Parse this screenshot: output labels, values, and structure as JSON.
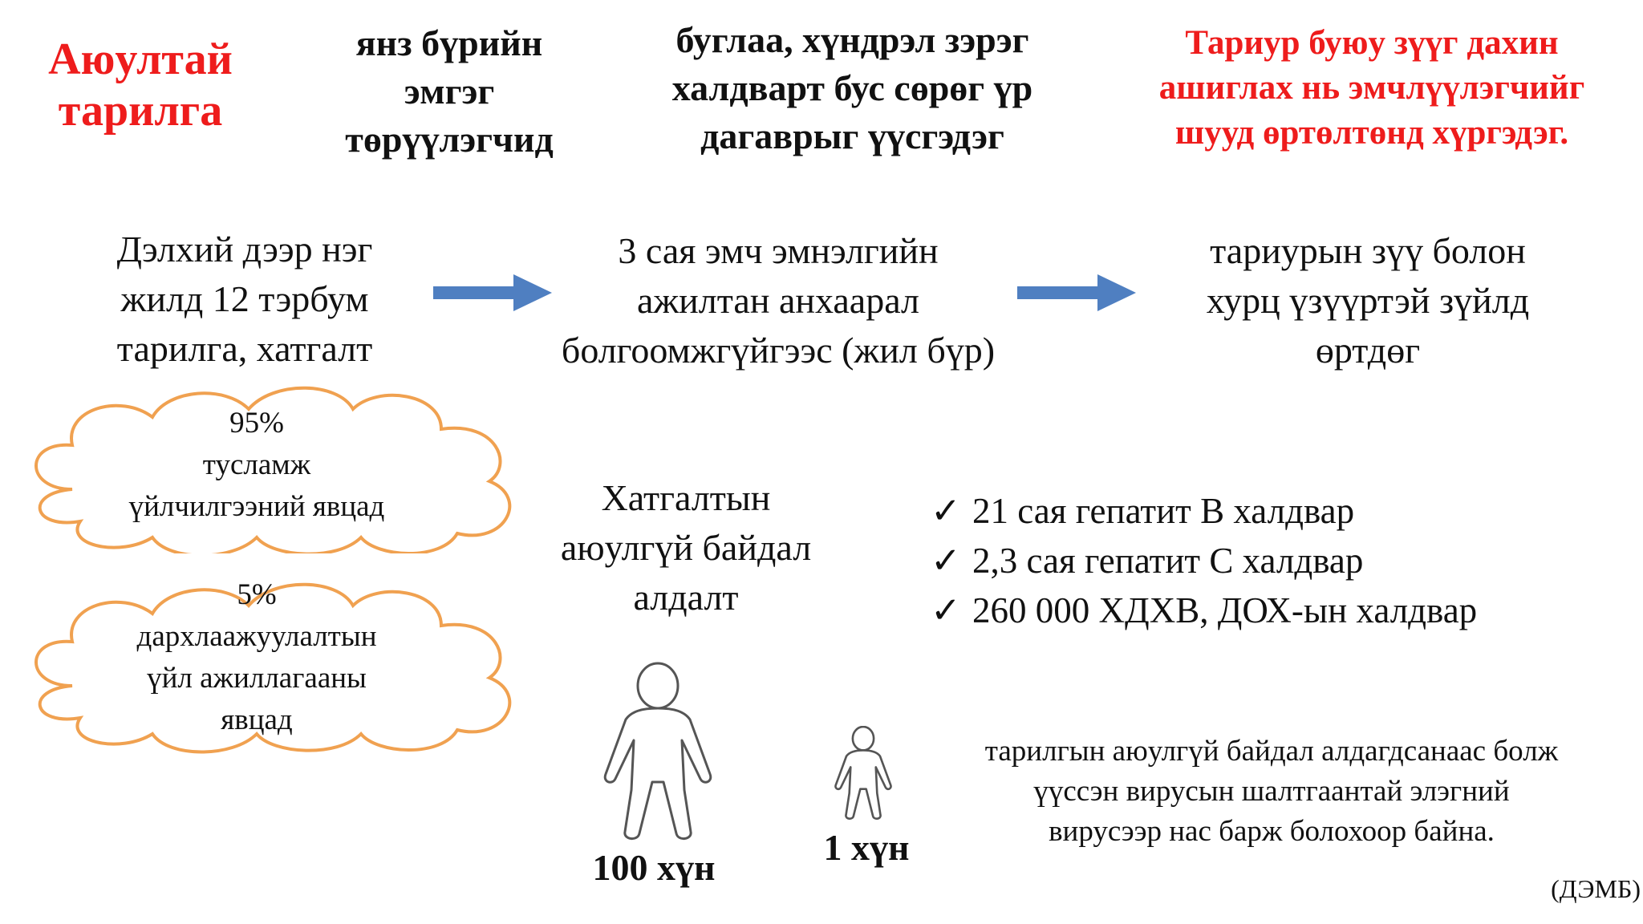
{
  "title": [
    "Аюултай",
    "тарилга"
  ],
  "headers": [
    {
      "lines": [
        "янз бүрийн",
        "эмгэг",
        "төрүүлэгчид"
      ]
    },
    {
      "lines": [
        "буглаа, хүндрэл зэрэг",
        "халдварт бус сөрөг үр",
        "дагаврыг үүсгэдэг"
      ]
    },
    {
      "lines": [
        "Тариур буюу зүүг дахин",
        "ашиглах нь эмчлүүлэгчийг",
        "шууд өртөлтөнд хүргэдэг."
      ]
    }
  ],
  "flow": [
    {
      "lines": [
        "Дэлхий дээр нэг",
        "жилд 12 тэрбум",
        "тарилга, хатгалт"
      ]
    },
    {
      "lines": [
        "3 сая эмч эмнэлгийн",
        "ажилтан анхаарал",
        "болгоомжгүйгээс (жил бүр)"
      ]
    },
    {
      "lines": [
        "тариурын зүү болон",
        "хурц үзүүртэй зүйлд",
        "өртдөг"
      ]
    }
  ],
  "clouds": [
    {
      "lines": [
        "95%",
        "тусламж",
        "үйлчилгээний явцад"
      ]
    },
    {
      "lines": [
        "5%",
        "дархлаажуулалтын",
        "үйл ажиллагааны",
        "явцад"
      ]
    }
  ],
  "risk": {
    "lines": [
      "Хатгалтын",
      "аюулгүй байдал",
      "алдалт"
    ]
  },
  "infections": [
    "21 сая гепатит B халдвар",
    "2,3 сая гепатит C халдвар",
    "260 000 ХДХВ, ДОХ-ын халдвар"
  ],
  "check_symbol": "✓",
  "people": [
    {
      "label": "100 хүн",
      "icon": "person-icon"
    },
    {
      "label": "1 хүн",
      "icon": "person-icon"
    }
  ],
  "bottom_note": {
    "lines": [
      "тарилгын аюулгүй байдал алдагдсанаас болж",
      "үүссэн вирусын шалтгаантай элэгний",
      "вирусээр нас барж болохоор байна."
    ]
  },
  "source": "(ДЭМБ)",
  "colors": {
    "accent_red": "#ee1c1c",
    "arrow_blue": "#4f7fc1",
    "cloud_orange": "#f0a150",
    "text": "#111111"
  }
}
